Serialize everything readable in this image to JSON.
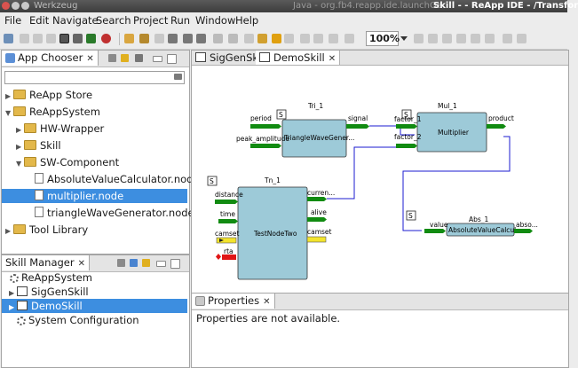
{
  "window": {
    "title_left": "Werkzeug",
    "title_mid": "Java - org.fb4.reapp.ide.launchGe",
    "title_main": "Skill - - ReApp IDE - /Transfor"
  },
  "menu": [
    "File",
    "Edit",
    "Navigate",
    "Search",
    "Project",
    "Run",
    "Window",
    "Help"
  ],
  "toolbar": {
    "zoom_value": "100%"
  },
  "app_chooser": {
    "tab_label": "App Chooser",
    "search_value": "",
    "tree": [
      {
        "label": "ReApp Store",
        "level": 0,
        "kind": "folder",
        "expanded": false
      },
      {
        "label": "ReAppSystem",
        "level": 0,
        "kind": "folder",
        "expanded": true
      },
      {
        "label": "HW-Wrapper",
        "level": 1,
        "kind": "folder",
        "expanded": false
      },
      {
        "label": "Skill",
        "level": 1,
        "kind": "folder",
        "expanded": false
      },
      {
        "label": "SW-Component",
        "level": 1,
        "kind": "folder",
        "expanded": true
      },
      {
        "label": "AbsoluteValueCalculator.node",
        "level": 2,
        "kind": "file"
      },
      {
        "label": "multiplier.node",
        "level": 2,
        "kind": "file",
        "selected": true
      },
      {
        "label": "triangleWaveGenerator.node",
        "level": 2,
        "kind": "file"
      },
      {
        "label": "Tool Library",
        "level": 0,
        "kind": "folder",
        "expanded": false
      }
    ]
  },
  "skill_manager": {
    "tab_label": "Skill Manager",
    "tree": [
      {
        "label": "ReAppSystem",
        "level": 0,
        "kind": "gear"
      },
      {
        "label": "SigGenSkill",
        "level": 1,
        "kind": "skill"
      },
      {
        "label": "DemoSkill",
        "level": 1,
        "kind": "skill",
        "selected": true
      },
      {
        "label": "System Configuration",
        "level": 1,
        "kind": "gear"
      }
    ]
  },
  "editor": {
    "tabs": [
      {
        "label": "SigGenSkill",
        "active": false
      },
      {
        "label": "DemoSkill",
        "active": true
      }
    ],
    "blocks": {
      "tri": {
        "instance": "Tri_1",
        "type": "TriangleWaveGener...",
        "marker": "S",
        "inputs": [
          "period",
          "peak_amplitude"
        ],
        "outputs": [
          "signal"
        ]
      },
      "mul": {
        "instance": "Mul_1",
        "type": "Multiplier",
        "marker": "S",
        "inputs": [
          "factor_1",
          "factor_2"
        ],
        "outputs": [
          "product"
        ]
      },
      "tn": {
        "instance": "Tn_1",
        "type": "TestNodeTwo",
        "marker": "S",
        "inputs": [
          "distance",
          "time",
          "camset",
          "rta"
        ],
        "outputs": [
          "curren...",
          "alive",
          "camset"
        ]
      },
      "abs": {
        "instance": "Abs_1",
        "type": "AbsoluteValueCalcul...",
        "marker": "S",
        "inputs": [
          "value"
        ],
        "outputs": [
          "abso..."
        ]
      }
    }
  },
  "properties": {
    "tab_label": "Properties",
    "message": "Properties are not available."
  },
  "colors": {
    "selection": "#3d8ee0",
    "block_fill": "#9dcad8",
    "port_green": "#118b11",
    "port_yellow": "#f3e42d",
    "port_red": "#e01515",
    "connection": "#1b1bd0"
  }
}
